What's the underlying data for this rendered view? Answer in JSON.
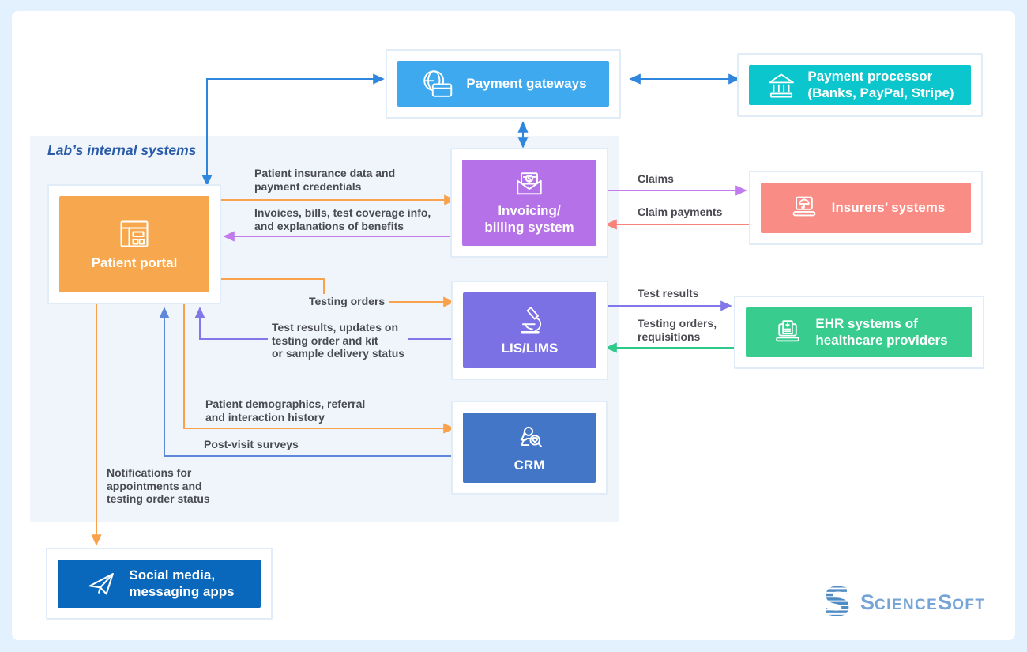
{
  "panel": {
    "label": "Lab’s internal systems"
  },
  "nodes": {
    "payment_gateways": {
      "label": "Payment gateways",
      "color": "#3FA9F0",
      "icon": "globe-credit-card-icon"
    },
    "payment_processor": {
      "label": "Payment processor\n(Banks, PayPal, Stripe)",
      "color": "#0CC6CE",
      "icon": "bank-icon"
    },
    "patient_portal": {
      "label": "Patient portal",
      "color": "#F7A84F",
      "icon": "browser-window-icon"
    },
    "invoicing_billing": {
      "label": "Invoicing/\nbilling system",
      "color": "#B571E8",
      "icon": "envelope-dollar-icon"
    },
    "insurers": {
      "label": "Insurers’ systems",
      "color": "#F98C84",
      "icon": "laptop-umbrella-icon"
    },
    "lis_lims": {
      "label": "LIS/LIMS",
      "color": "#7B70E4",
      "icon": "microscope-icon"
    },
    "ehr": {
      "label": "EHR systems of\nhealthcare providers",
      "color": "#38CC8F",
      "icon": "laptop-medical-record-icon"
    },
    "crm": {
      "label": "CRM",
      "color": "#4476C8",
      "icon": "customer-search-heart-icon"
    },
    "social_media": {
      "label": "Social media,\nmessaging apps",
      "color": "#0A68BC",
      "icon": "paper-plane-icon"
    }
  },
  "edge_labels": {
    "insurance_data": "Patient insurance data and\npayment credentials",
    "invoices": "Invoices, bills, test coverage info,\nand explanations of benefits",
    "testing_orders": "Testing orders",
    "test_results_updates": "Test results, updates on\ntesting order and kit\nor sample delivery status",
    "demographics": "Patient demographics, referral\nand interaction history",
    "post_visit": "Post-visit surveys",
    "notifications": "Notifications for\nappointments and\ntesting order status",
    "claims": "Claims",
    "claim_payments": "Claim payments",
    "test_results": "Test results",
    "orders_requisitions": "Testing orders,\nrequisitions"
  },
  "edges": [
    {
      "from": "patient_portal",
      "to": "payment_gateways",
      "bidirectional": true,
      "color": "#2E86DD"
    },
    {
      "from": "payment_gateways",
      "to": "payment_processor",
      "bidirectional": true,
      "color": "#2E86DD"
    },
    {
      "from": "payment_gateways",
      "to": "invoicing_billing",
      "bidirectional": true,
      "color": "#2E86DD"
    },
    {
      "from": "patient_portal",
      "to": "invoicing_billing",
      "label_key": "insurance_data",
      "color": "#F9A14B"
    },
    {
      "from": "invoicing_billing",
      "to": "patient_portal",
      "label_key": "invoices",
      "color": "#C07BEC"
    },
    {
      "from": "patient_portal",
      "to": "lis_lims",
      "label_key": "testing_orders",
      "color": "#F9A14B"
    },
    {
      "from": "lis_lims",
      "to": "patient_portal",
      "label_key": "test_results_updates",
      "color": "#8078E8"
    },
    {
      "from": "patient_portal",
      "to": "crm",
      "label_key": "demographics",
      "color": "#F9A14B"
    },
    {
      "from": "crm",
      "to": "patient_portal",
      "label_key": "post_visit",
      "color": "#5E87D8"
    },
    {
      "from": "patient_portal",
      "to": "social_media",
      "label_key": "notifications",
      "color": "#F9A14B"
    },
    {
      "from": "invoicing_billing",
      "to": "insurers",
      "label_key": "claims",
      "color": "#C07BEC"
    },
    {
      "from": "insurers",
      "to": "invoicing_billing",
      "label_key": "claim_payments",
      "color": "#F8837B"
    },
    {
      "from": "lis_lims",
      "to": "ehr",
      "label_key": "test_results",
      "color": "#8078E8"
    },
    {
      "from": "ehr",
      "to": "lis_lims",
      "label_key": "orders_requisitions",
      "color": "#2FC98A"
    }
  ],
  "colors": {
    "page_background": "#E3F1FE",
    "canvas": "#FFFFFF",
    "internal_panel": "#EFF5FB",
    "frame_border": "#E0ECF8",
    "edge_label_text": "#4A4A52",
    "panel_label_text": "#2A5BA8",
    "logo_blue": "#76A4D6"
  },
  "logo": {
    "brand": "ScienceSoft",
    "s1": "S",
    "s2": "CIENCE",
    "s3": "S",
    "s4": "OFT"
  }
}
